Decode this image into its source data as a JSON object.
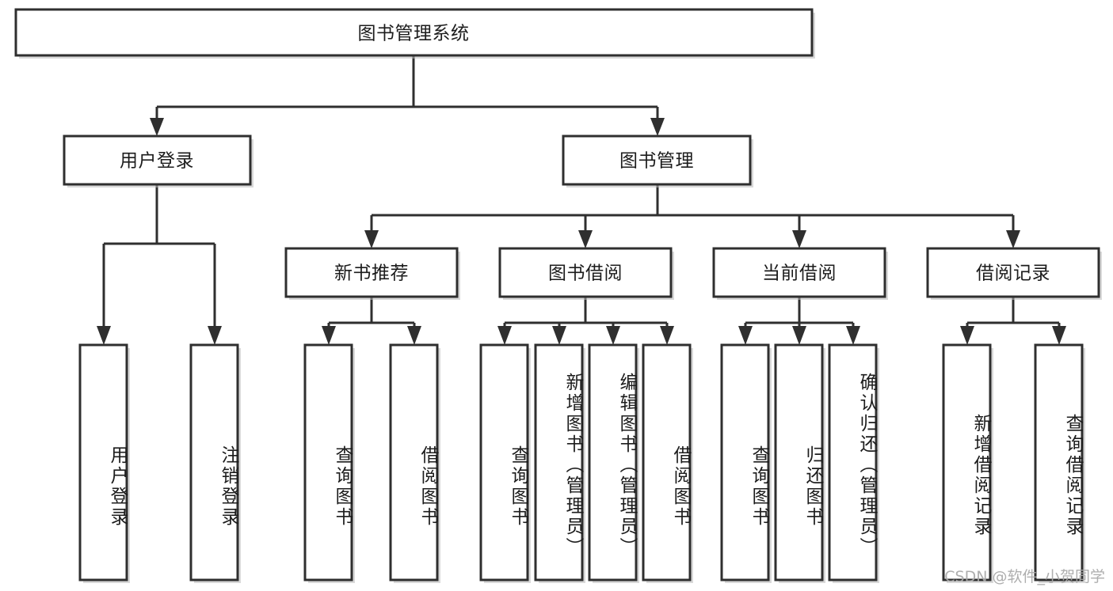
{
  "diagram": {
    "type": "tree-hierarchy",
    "title": "图书管理系统",
    "watermark": "CSDN @软件_小贺同学",
    "colors": {
      "box_fill": "#ffffff",
      "box_stroke": "#2f2f2f",
      "text": "#1c1c1c",
      "background": "#ffffff",
      "watermark": "#aaaaaa"
    },
    "nodes": {
      "root": {
        "label": "图书管理系统",
        "level": 0,
        "orientation": "horizontal"
      },
      "l1": [
        {
          "id": "user-login",
          "label": "用户登录",
          "orientation": "horizontal"
        },
        {
          "id": "book-manage",
          "label": "图书管理",
          "orientation": "horizontal"
        }
      ],
      "l2": [
        {
          "id": "new-book-recommend",
          "label": "新书推荐",
          "orientation": "horizontal"
        },
        {
          "id": "book-borrow",
          "label": "图书借阅",
          "orientation": "horizontal"
        },
        {
          "id": "current-borrow",
          "label": "当前借阅",
          "orientation": "horizontal"
        },
        {
          "id": "borrow-record",
          "label": "借阅记录",
          "orientation": "horizontal"
        }
      ],
      "leaves": {
        "user-login": [
          {
            "id": "leaf-user-login",
            "label": "用户登录",
            "orientation": "vertical"
          },
          {
            "id": "leaf-user-logout",
            "label": "注销登录",
            "orientation": "vertical"
          }
        ],
        "new-book-recommend": [
          {
            "id": "leaf-query-book-1",
            "label": "查询图书",
            "orientation": "vertical"
          },
          {
            "id": "leaf-borrow-book-1",
            "label": "借阅图书",
            "orientation": "vertical"
          }
        ],
        "book-borrow": [
          {
            "id": "leaf-query-book-2",
            "label": "查询图书",
            "orientation": "vertical"
          },
          {
            "id": "leaf-add-book",
            "label": "新增图书（管理员）",
            "orientation": "vertical"
          },
          {
            "id": "leaf-edit-book",
            "label": "编辑图书（管理员）",
            "orientation": "vertical"
          },
          {
            "id": "leaf-borrow-book-2",
            "label": "借阅图书",
            "orientation": "vertical"
          }
        ],
        "current-borrow": [
          {
            "id": "leaf-query-book-3",
            "label": "查询图书",
            "orientation": "vertical"
          },
          {
            "id": "leaf-return-book",
            "label": "归还图书",
            "orientation": "vertical"
          },
          {
            "id": "leaf-confirm-return",
            "label": "确认归还（管理员）",
            "orientation": "vertical"
          }
        ],
        "borrow-record": [
          {
            "id": "leaf-add-record",
            "label": "新增借阅记录",
            "orientation": "vertical"
          },
          {
            "id": "leaf-query-record",
            "label": "查询借阅记录",
            "orientation": "vertical"
          }
        ]
      }
    }
  }
}
